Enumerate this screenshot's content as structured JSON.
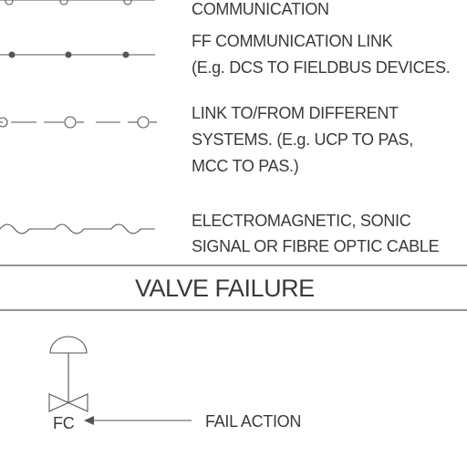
{
  "legend": {
    "row0": {
      "lines": [
        "COMMUNICATION"
      ]
    },
    "row1": {
      "lines": [
        "FF COMMUNICATION LINK",
        "(E.g. DCS TO FIELDBUS DEVICES."
      ]
    },
    "row2": {
      "lines": [
        "LINK TO/FROM DIFFERENT",
        "SYSTEMS. (E.g. UCP TO PAS,",
        "MCC TO PAS.)"
      ]
    },
    "row3": {
      "lines": [
        "ELECTROMAGNETIC, SONIC",
        "SIGNAL OR FIBRE OPTIC CABLE"
      ]
    }
  },
  "section": {
    "title": "VALVE FAILURE"
  },
  "valve": {
    "code": "FC",
    "callout": "FAIL ACTION"
  },
  "colors": {
    "ink": "#3a3a3a",
    "line": "#555555"
  }
}
